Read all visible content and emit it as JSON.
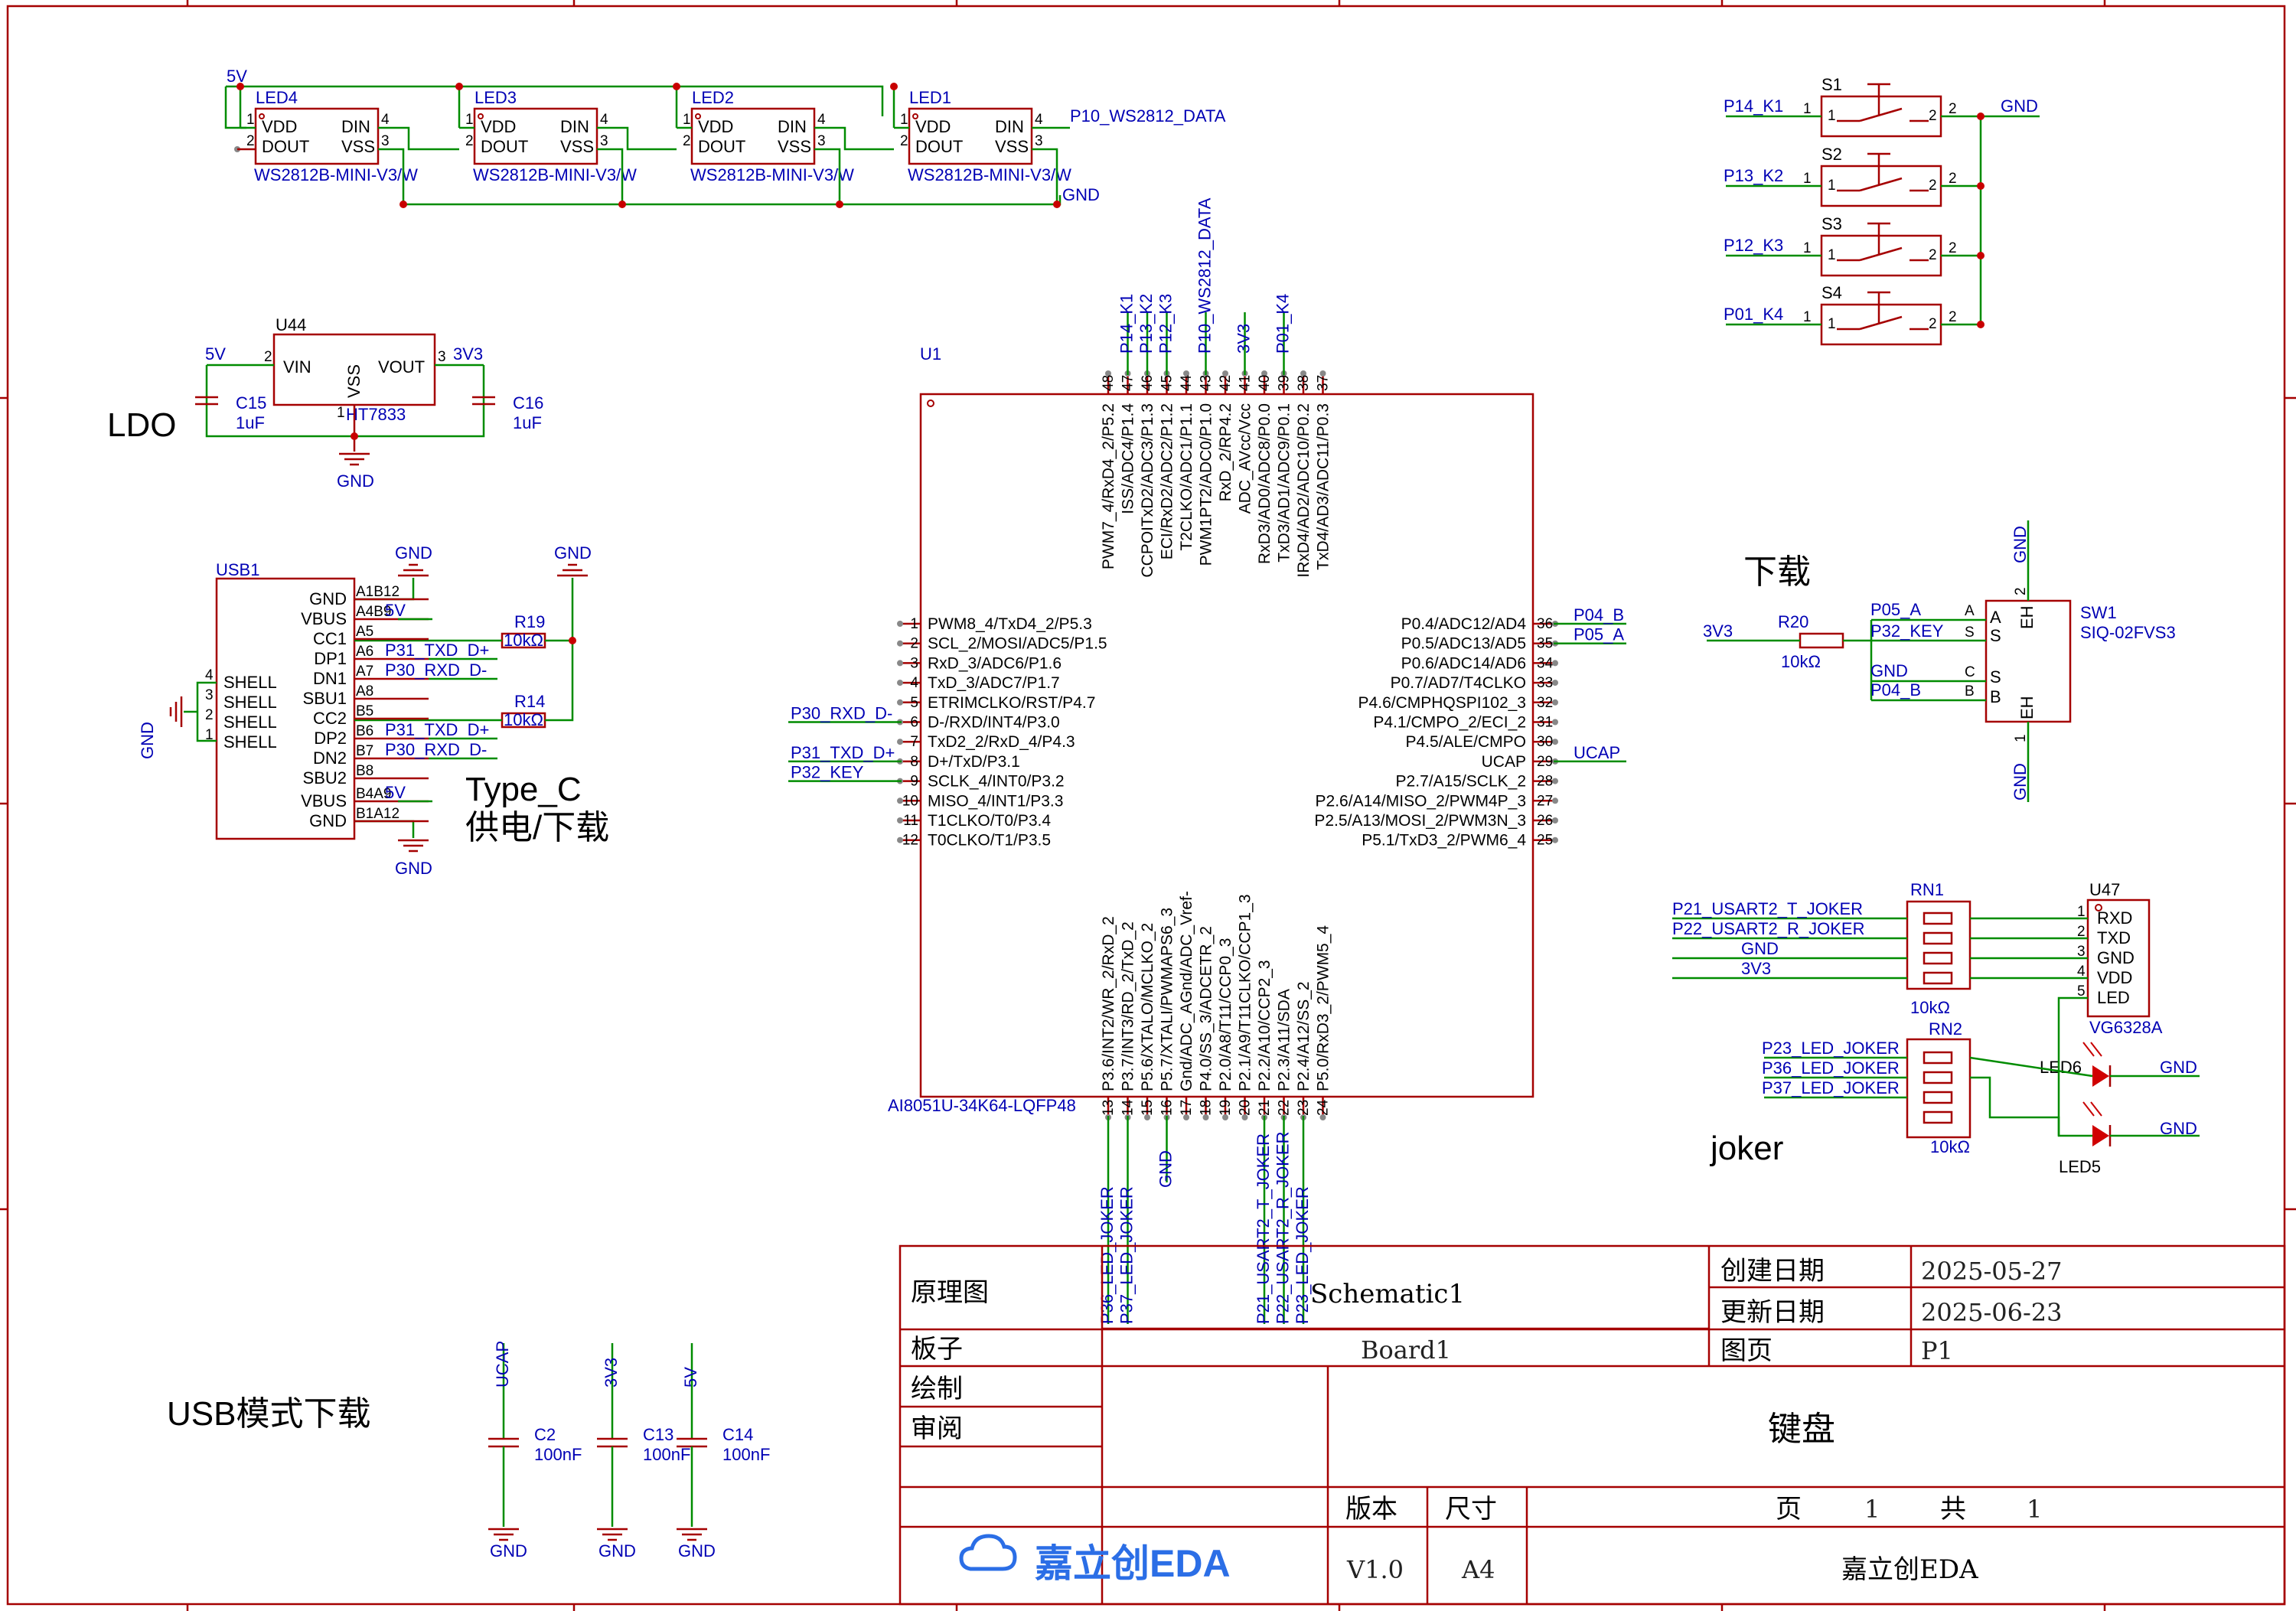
{
  "title_block": {
    "label_schematic": "原理图",
    "schematic_name": "Schematic1",
    "label_board": "板子",
    "board_name": "Board1",
    "label_drawn": "绘制",
    "label_review": "审阅",
    "label_created": "创建日期",
    "created_date": "2025-05-27",
    "label_updated": "更新日期",
    "updated_date": "2025-06-23",
    "label_page": "图页",
    "page_id": "P1",
    "sheet_title": "键盘",
    "label_version": "版本",
    "version": "V1.0",
    "label_size": "尺寸",
    "size": "A4",
    "page_label": "页",
    "page_num": "1",
    "total_label": "共",
    "page_total": "1",
    "logo_text": "嘉立创EDA",
    "company": "嘉立创EDA"
  },
  "annotations": {
    "ldo": "LDO",
    "type_c": "Type_C",
    "type_c_sub": "供电/下载",
    "download": "下载",
    "joker": "joker",
    "usb_mode": "USB模式下载"
  },
  "leds": [
    {
      "ref": "LED4",
      "part": "WS2812B-MINI-V3/W"
    },
    {
      "ref": "LED3",
      "part": "WS2812B-MINI-V3/W"
    },
    {
      "ref": "LED2",
      "part": "WS2812B-MINI-V3/W"
    },
    {
      "ref": "LED1",
      "part": "WS2812B-MINI-V3/W"
    }
  ],
  "led_pins": {
    "vdd": "VDD",
    "din": "DIN",
    "dout": "DOUT",
    "vss": "VSS",
    "p1": "1",
    "p2": "2",
    "p3": "3",
    "p4": "4"
  },
  "led_nets": {
    "v5": "5V",
    "data": "P10_WS2812_DATA",
    "gnd": "GND"
  },
  "ldo": {
    "ref": "U44",
    "part": "HT7833",
    "vin": "VIN",
    "vout": "VOUT",
    "vss": "VSS",
    "net_in": "5V",
    "net_out": "3V3",
    "gnd": "GND",
    "c15": "C15",
    "c15_val": "1uF",
    "c16": "C16",
    "c16_val": "1uF",
    "pin1": "1",
    "pin2": "2",
    "pin3": "3"
  },
  "usb": {
    "ref": "USB1",
    "left_pins": [
      "GND",
      "VBUS",
      "CC1",
      "DP1",
      "DN1",
      "SBU1",
      "CC2",
      "DP2",
      "DN2",
      "SBU2",
      "VBUS",
      "GND"
    ],
    "shell_pins": [
      "SHELL",
      "SHELL",
      "SHELL",
      "SHELL"
    ],
    "shell_nums": [
      "4",
      "3",
      "2",
      "1"
    ],
    "pin_nums": [
      "A1B12",
      "A4B9",
      "A5",
      "A6",
      "A7",
      "A8",
      "B5",
      "B6",
      "B7",
      "B8",
      "B4A9",
      "B1A12"
    ],
    "nets": [
      "",
      "5V",
      "",
      "P31_TXD_D+",
      "P30_RXD_D-",
      "",
      "",
      "P31_TXD_D+",
      "P30_RXD_D-",
      "",
      "5V",
      ""
    ],
    "r19": "R19",
    "r19_val": "10kΩ",
    "r14": "R14",
    "r14_val": "10kΩ",
    "gnd": "GND"
  },
  "mcu": {
    "ref": "U1",
    "part": "AI8051U-34K64-LQFP48",
    "left_pins": [
      {
        "n": "1",
        "name": "PWM8_4/TxD4_2/P5.3",
        "net": ""
      },
      {
        "n": "2",
        "name": "SCL_2/MOSI/ADC5/P1.5",
        "net": ""
      },
      {
        "n": "3",
        "name": "RxD_3/ADC6/P1.6",
        "net": ""
      },
      {
        "n": "4",
        "name": "TxD_3/ADC7/P1.7",
        "net": ""
      },
      {
        "n": "5",
        "name": "ETRIMCLKO/RST/P4.7",
        "net": ""
      },
      {
        "n": "6",
        "name": "D-/RXD/INT4/P3.0",
        "net": "P30_RXD_D-"
      },
      {
        "n": "7",
        "name": "TxD2_2/RxD_4/P4.3",
        "net": ""
      },
      {
        "n": "8",
        "name": "D+/TxD/P3.1",
        "net": "P31_TXD_D+"
      },
      {
        "n": "9",
        "name": "SCLK_4/INT0/P3.2",
        "net": "P32_KEY"
      },
      {
        "n": "10",
        "name": "MISO_4/INT1/P3.3",
        "net": ""
      },
      {
        "n": "11",
        "name": "T1CLKO/T0/P3.4",
        "net": ""
      },
      {
        "n": "12",
        "name": "T0CLKO/T1/P3.5",
        "net": ""
      }
    ],
    "right_pins": [
      {
        "n": "36",
        "name": "P0.4/ADC12/AD4",
        "net": "P04_B"
      },
      {
        "n": "35",
        "name": "P0.5/ADC13/AD5",
        "net": "P05_A"
      },
      {
        "n": "34",
        "name": "P0.6/ADC14/AD6",
        "net": ""
      },
      {
        "n": "33",
        "name": "P0.7/AD7/T4CLKO",
        "net": ""
      },
      {
        "n": "32",
        "name": "P4.6/CMPHQSPI102_3",
        "net": ""
      },
      {
        "n": "31",
        "name": "P4.1/CMPO_2/ECI_2",
        "net": ""
      },
      {
        "n": "30",
        "name": "P4.5/ALE/CMPO",
        "net": ""
      },
      {
        "n": "29",
        "name": "UCAP",
        "net": "UCAP"
      },
      {
        "n": "28",
        "name": "P2.7/A15/SCLK_2",
        "net": ""
      },
      {
        "n": "27",
        "name": "P2.6/A14/MISO_2/PWM4P_3",
        "net": ""
      },
      {
        "n": "26",
        "name": "P2.5/A13/MOSI_2/PWM3N_3",
        "net": ""
      },
      {
        "n": "25",
        "name": "P5.1/TxD3_2/PWM6_4",
        "net": ""
      }
    ],
    "top_pins": [
      {
        "n": "48",
        "name": "PWM7_4/RxD4_2/P5.2",
        "net": ""
      },
      {
        "n": "47",
        "name": "ISS/ADC4/P1.4",
        "net": "P14_K1"
      },
      {
        "n": "46",
        "name": "CCPOITxD2/ADC3/P1.3",
        "net": "P13_K2"
      },
      {
        "n": "45",
        "name": "ECI/RxD2/ADC2/P1.2",
        "net": "P12_K3"
      },
      {
        "n": "44",
        "name": "T2CLKO/ADC1/P1.1",
        "net": ""
      },
      {
        "n": "43",
        "name": "PWM1PT2/ADC0/P1.0",
        "net": "P10_WS2812_DATA"
      },
      {
        "n": "42",
        "name": "RxD_2/RP4.2",
        "net": ""
      },
      {
        "n": "41",
        "name": "ADC_AVcc/Vcc",
        "net": "3V3"
      },
      {
        "n": "40",
        "name": "RxD3/AD0/ADC8/P0.0",
        "net": ""
      },
      {
        "n": "39",
        "name": "TxD3/AD1/ADC9/P0.1",
        "net": "P01_K4"
      },
      {
        "n": "38",
        "name": "IRxD4/AD2/ADC10/P0.2",
        "net": ""
      },
      {
        "n": "37",
        "name": "TxD4/AD3/ADC11/P0.3",
        "net": ""
      }
    ],
    "bottom_pins": [
      {
        "n": "13",
        "name": "P3.6/INT2/WR_2/RxD_2",
        "net": "P36_LED_JOKER"
      },
      {
        "n": "14",
        "name": "P3.7/INT3/RD_2/TxD_2",
        "net": "P37_LED_JOKER"
      },
      {
        "n": "15",
        "name": "P5.6/XTALO/MCLKO_2",
        "net": ""
      },
      {
        "n": "16",
        "name": "P5.7/XTALI/PWMAPS6_3",
        "net": "GND"
      },
      {
        "n": "17",
        "name": "Gnd/ADC_AGnd/ADC_Vref-",
        "net": ""
      },
      {
        "n": "18",
        "name": "P4.0/SS_3/ADCETR_2",
        "net": ""
      },
      {
        "n": "19",
        "name": "P2.0/A8/T11/CCP0_3",
        "net": ""
      },
      {
        "n": "20",
        "name": "P2.1/A9/T11CLKO/CCP1_3",
        "net": ""
      },
      {
        "n": "21",
        "name": "P2.2/A10/CCP2_3",
        "net": "P21_USART2_T_JOKER"
      },
      {
        "n": "22",
        "name": "P2.3/A11/SDA",
        "net": "P22_USART2_R_JOKER"
      },
      {
        "n": "23",
        "name": "P2.4/A12/SS_2",
        "net": "P23_LED_JOKER"
      },
      {
        "n": "24",
        "name": "P5.0/RxD3_2/PWM5_4",
        "net": ""
      }
    ]
  },
  "switches": [
    {
      "ref": "S1",
      "net": "P14_K1"
    },
    {
      "ref": "S2",
      "net": "P13_K2"
    },
    {
      "ref": "S3",
      "net": "P12_K3"
    },
    {
      "ref": "S4",
      "net": "P01_K4"
    }
  ],
  "sw_common": {
    "gnd": "GND",
    "p1": "1",
    "p2": "2"
  },
  "download": {
    "r20": "R20",
    "r20_val": "10kΩ",
    "net_3v3": "3V3",
    "sw_ref": "SW1",
    "sw_part": "SIQ-02FVS3",
    "nets": [
      "P05_A",
      "P32_KEY",
      "GND",
      "P04_B"
    ],
    "pins": [
      "A",
      "S",
      "C",
      "B"
    ],
    "inner": [
      "A",
      "S",
      "S",
      "B"
    ],
    "eh": "EH",
    "gnd": "GND",
    "p1": "1",
    "p2": "2"
  },
  "joker": {
    "rn1": "RN1",
    "rn1_val": "10kΩ",
    "rn2": "RN2",
    "rn2_val": "10kΩ",
    "u47": "U47",
    "u47_part": "VG6328A",
    "u47_pins": [
      "RXD",
      "TXD",
      "GND",
      "VDD",
      "LED"
    ],
    "u47_nums": [
      "1",
      "2",
      "3",
      "4",
      "5"
    ],
    "rn1_nets": [
      "P21_USART2_T_JOKER",
      "P22_USART2_R_JOKER",
      "GND",
      "3V3"
    ],
    "rn2_nets": [
      "P23_LED_JOKER",
      "P36_LED_JOKER",
      "P37_LED_JOKER"
    ],
    "led6": "LED6",
    "led5": "LED5",
    "gnd": "GND"
  },
  "caps": [
    {
      "ref": "C2",
      "val": "100nF",
      "net": "UCAP"
    },
    {
      "ref": "C13",
      "val": "100nF",
      "net": "3V3"
    },
    {
      "ref": "C14",
      "val": "100nF",
      "net": "5V"
    }
  ],
  "cap_gnd": "GND"
}
